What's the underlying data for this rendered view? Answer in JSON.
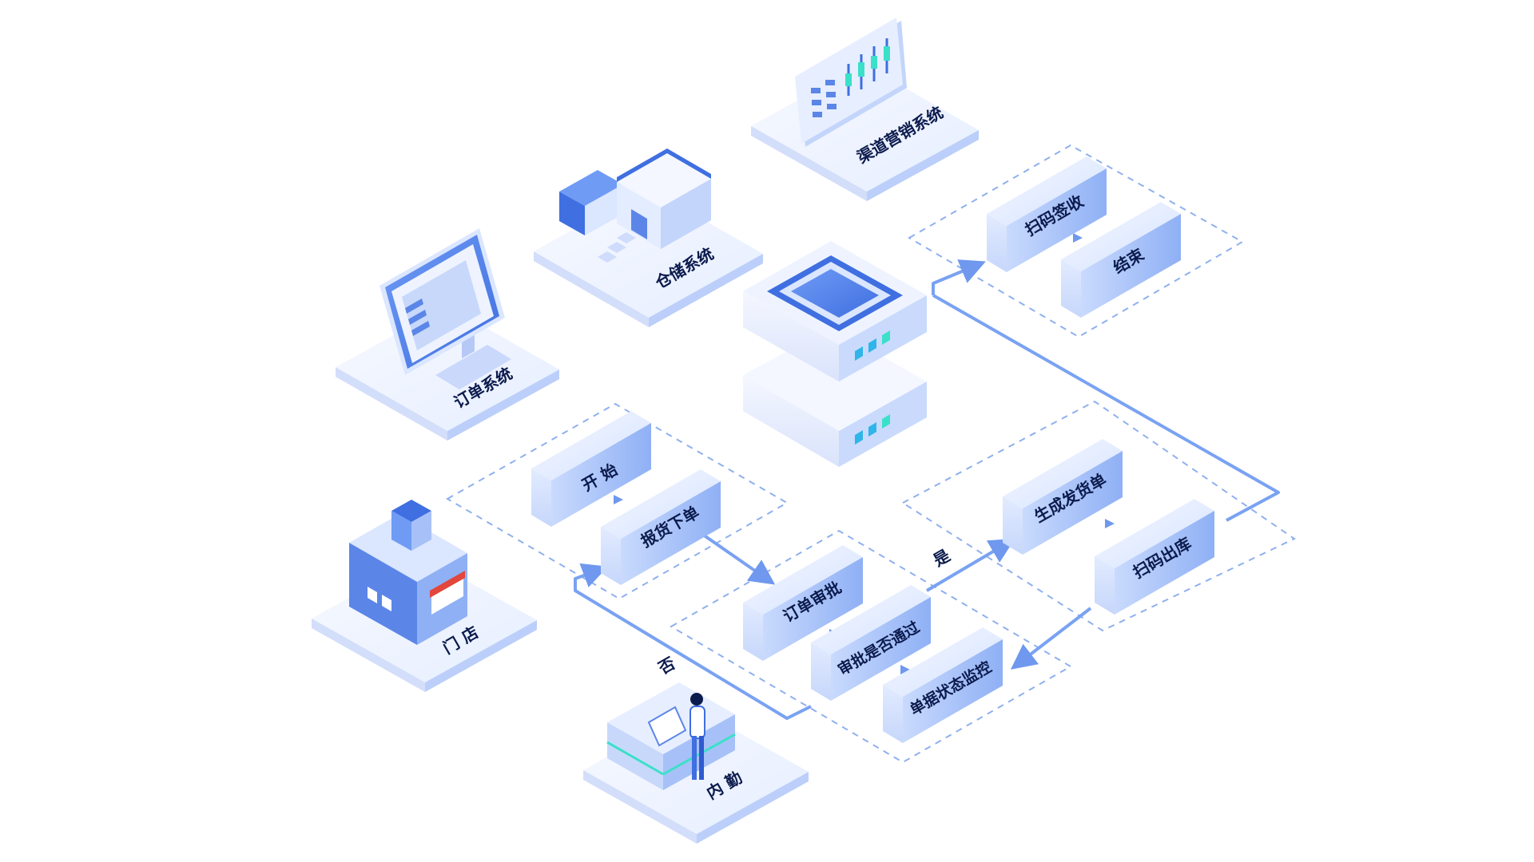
{
  "colors": {
    "primary_blue": "#3f6fe0",
    "light_blue": "#dbe7ff",
    "line_blue": "#7aa2f2",
    "dashed_blue": "#9bb8f0",
    "text_dark": "#0c1b4d",
    "teal_accent": "#3be0c8",
    "platform": "#eef3ff"
  },
  "systems": {
    "order_system": "订单系统",
    "warehouse_system": "仓储系统",
    "channel_marketing_system": "渠道营销系统",
    "store": "门 店",
    "internal_staff": "内 勤"
  },
  "steps": {
    "start": "开 始",
    "report_order": "报货下单",
    "order_approval": "订单审批",
    "approval_passed": "审批是否通过",
    "doc_status_monitor": "单据状态监控",
    "generate_shipment": "生成发货单",
    "scan_outbound": "扫码出库",
    "scan_sign": "扫码签收",
    "end": "结束"
  },
  "decisions": {
    "yes": "是",
    "no": "否"
  },
  "icons": {
    "server": "server-icon",
    "monitor": "monitor-icon",
    "warehouse": "warehouse-icon",
    "dashboard": "dashboard-icon",
    "storefront": "storefront-icon",
    "person": "person-icon"
  }
}
